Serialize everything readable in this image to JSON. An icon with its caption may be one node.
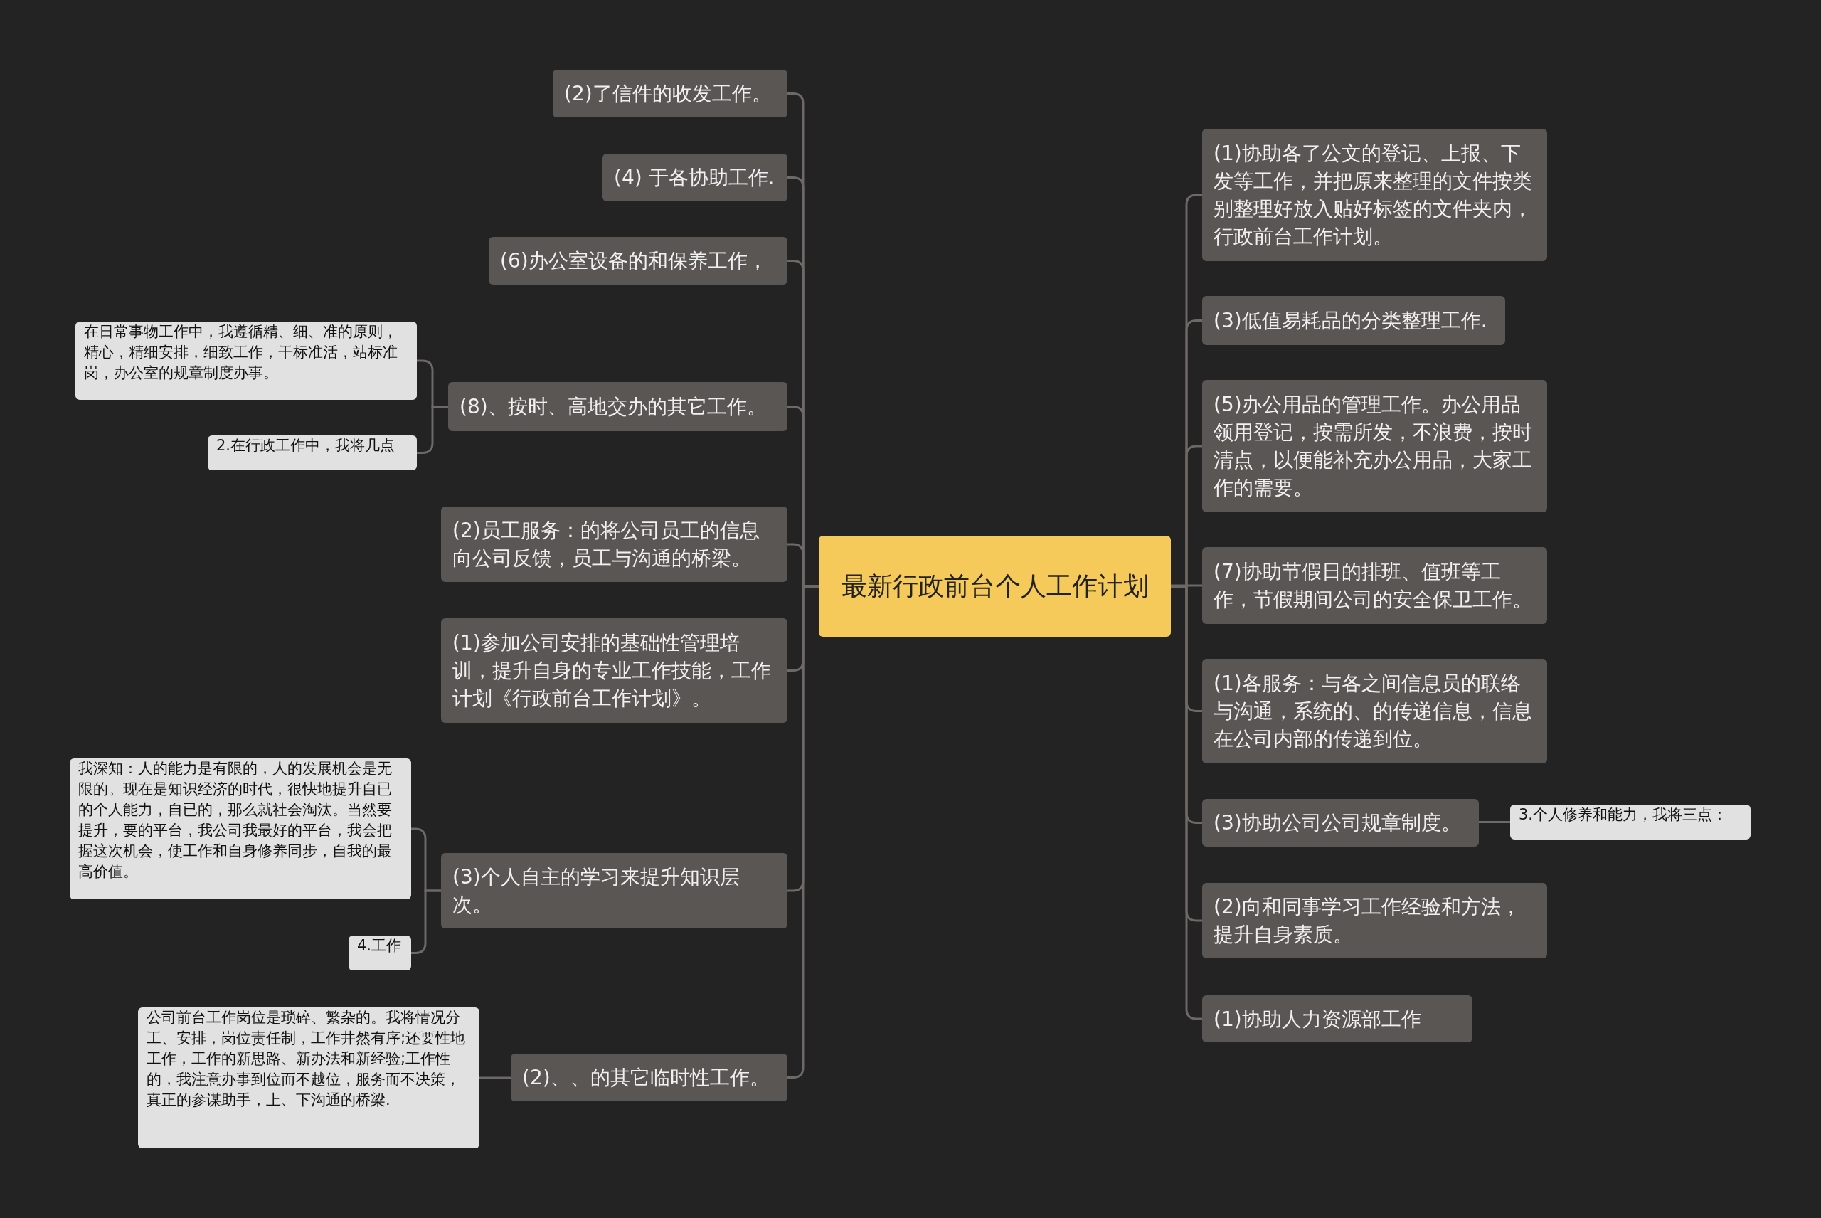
{
  "diagram": {
    "nodes": [
      {
        "text": [
          "最新行政前台个人工作计划"
        ]
      },
      {
        "text": [
          "(2)了信件的收发工作。"
        ]
      },
      {
        "text": [
          "(4) 于各协助工作."
        ]
      },
      {
        "text": [
          "(6)办公室设备的和保养工作，"
        ]
      },
      {
        "text": [
          "(8)、按时、高地交办的其它工作。"
        ]
      },
      {
        "text": [
          "在日常事物工作中，我遵循精、细、准的原则，精心，精细安排，细致工作，干标准活，站标准岗，办公室的规章制度办事。"
        ]
      },
      {
        "text": [
          "2.在行政工作中，我将几点"
        ]
      },
      {
        "text": [
          "(2)员工服务：的将公司员工的信息向公司反馈，员工与沟通的桥梁。"
        ]
      },
      {
        "text": [
          "(1)参加公司安排的基础性管理培训，提升自身的专业工作技能，工作计划《行政前台工作计划》。"
        ]
      },
      {
        "text": [
          "(3)个人自主的学习来提升知识层次。"
        ]
      },
      {
        "text": [
          "我深知：人的能力是有限的，人的发展机会是无限的。现在是知识经济的时代，很快地提升自已的个人能力，自已的，那么就社会淘汰。当然要提升，要的平台，我公司我最好的平台，我会把握这次机会，使工作和自身修养同步，自我的最高价值。"
        ]
      },
      {
        "text": [
          "4.工作"
        ]
      },
      {
        "text": [
          "(2)、、的其它临时性工作。"
        ]
      },
      {
        "text": [
          "公司前台工作岗位是琐碎、繁杂的。我将情况分工、安排，岗位责任制，工作井然有序;还要性地工作，工作的新思路、新办法和新经验;工作性的，我注意办事到位而不越位，服务而不决策，真正的参谋助手，上、下沟通的桥梁."
        ]
      },
      {
        "text": [
          "(1)协助各了公文的登记、上报、下发等工作，并把原来整理的文件按类别整理好放入贴好标签的文件夹内，行政前台工作计划。"
        ]
      },
      {
        "text": [
          "(3)低值易耗品的分类整理工作."
        ]
      },
      {
        "text": [
          "(5)办公用品的管理工作。办公用品领用登记，按需所发，不浪费，按时清点，以便能补充办公用品，大家工作的需要。"
        ]
      },
      {
        "text": [
          "(7)协助节假日的排班、值班等工作，节假期间公司的安全保卫工作。"
        ]
      },
      {
        "text": [
          "(1)各服务：与各之间信息员的联络与沟通，系统的、的传递信息，信息在公司内部的传递到位。"
        ]
      },
      {
        "text": [
          "(3)协助公司公司规章制度。"
        ]
      },
      {
        "text": [
          "3.个人修养和能力，我将三点："
        ]
      },
      {
        "text": [
          "(2)向和同事学习工作经验和方法，提升自身素质。"
        ]
      },
      {
        "text": [
          "(1)协助人力资源部工作"
        ]
      }
    ],
    "edges": [
      {
        "from": 0,
        "to": 1,
        "arrow": "none"
      },
      {
        "from": 0,
        "to": 2,
        "arrow": "none"
      },
      {
        "from": 0,
        "to": 3,
        "arrow": "none"
      },
      {
        "from": 0,
        "to": 4,
        "arrow": "none"
      },
      {
        "from": 4,
        "to": 5,
        "arrow": "none"
      },
      {
        "from": 4,
        "to": 6,
        "arrow": "none"
      },
      {
        "from": 0,
        "to": 7,
        "arrow": "none"
      },
      {
        "from": 0,
        "to": 8,
        "arrow": "none"
      },
      {
        "from": 0,
        "to": 9,
        "arrow": "none"
      },
      {
        "from": 9,
        "to": 10,
        "arrow": "none"
      },
      {
        "from": 9,
        "to": 11,
        "arrow": "none"
      },
      {
        "from": 0,
        "to": 12,
        "arrow": "none"
      },
      {
        "from": 12,
        "to": 13,
        "arrow": "none"
      },
      {
        "from": 0,
        "to": 14,
        "arrow": "none"
      },
      {
        "from": 0,
        "to": 15,
        "arrow": "none"
      },
      {
        "from": 0,
        "to": 16,
        "arrow": "none"
      },
      {
        "from": 0,
        "to": 17,
        "arrow": "none"
      },
      {
        "from": 0,
        "to": 18,
        "arrow": "none"
      },
      {
        "from": 0,
        "to": 19,
        "arrow": "none"
      },
      {
        "from": 19,
        "to": 20,
        "arrow": "none"
      },
      {
        "from": 0,
        "to": 21,
        "arrow": "none"
      },
      {
        "from": 0,
        "to": 22,
        "arrow": "none"
      }
    ]
  }
}
